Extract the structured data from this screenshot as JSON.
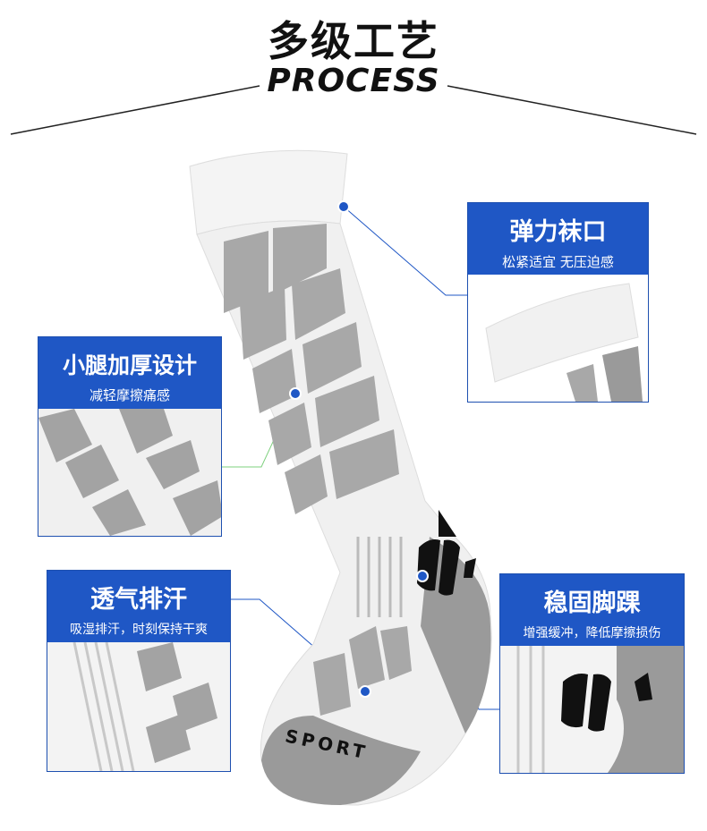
{
  "header": {
    "title_cn": "多级工艺",
    "title_en": "PROCESS"
  },
  "features": [
    {
      "title": "弹力袜口",
      "subtitle": "松紧适宜 无压迫感"
    },
    {
      "title": "小腿加厚设计",
      "subtitle": "减轻摩擦痛感"
    },
    {
      "title": "透气排汗",
      "subtitle": "吸湿排汗，时刻保持干爽"
    },
    {
      "title": "稳固脚踝",
      "subtitle": "增强缓冲，降低摩擦损伤"
    }
  ],
  "sock_print": "SPORT",
  "colors": {
    "accent_blue": "#1f57c5",
    "sock_white": "#f2f2f2",
    "sock_gray": "#9a9a9a",
    "sock_dark": "#111111"
  }
}
